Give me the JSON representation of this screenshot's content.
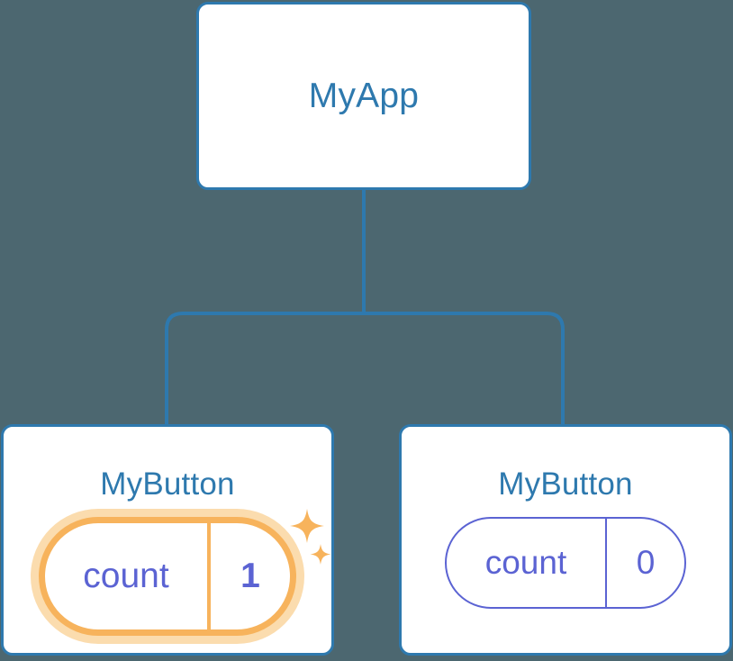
{
  "diagram": {
    "type": "component-tree",
    "background_color": "#4c6770",
    "edge_color": "#2e79ae",
    "node_border_color": "#2e79ae",
    "node_title_color": "#2e79ae",
    "state_color": "#5b63d3",
    "highlight_color": "#f7b35c",
    "highlight_glow_color": "#fbdcae",
    "root": {
      "title": "MyApp"
    },
    "children": [
      {
        "title": "MyButton",
        "state": {
          "key": "count",
          "value": "1"
        },
        "highlighted": true,
        "sparkle_large_icon": "sparkle-icon",
        "sparkle_small_icon": "sparkle-icon"
      },
      {
        "title": "MyButton",
        "state": {
          "key": "count",
          "value": "0"
        },
        "highlighted": false
      }
    ]
  }
}
